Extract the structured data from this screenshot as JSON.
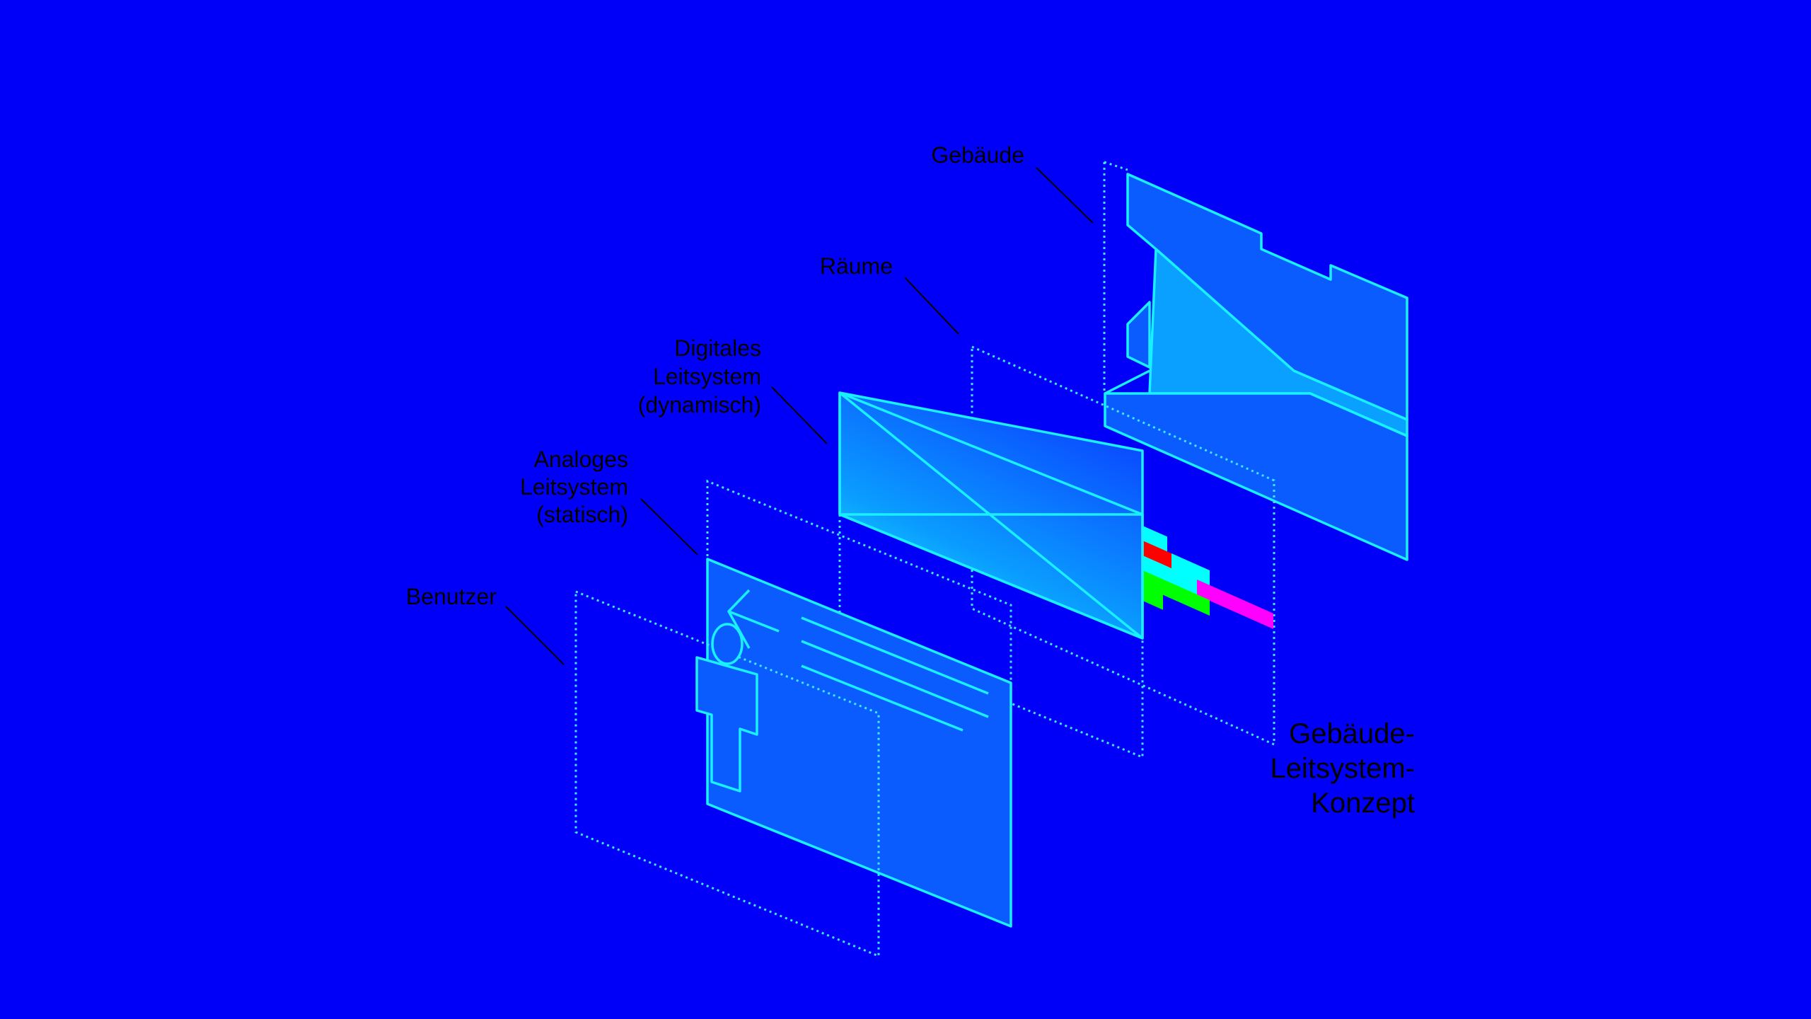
{
  "labels": {
    "building": "Gebäude",
    "rooms": "Räume",
    "digital": [
      "Digitales",
      "Leitsystem",
      "(dynamisch)"
    ],
    "analog": [
      "Analoges",
      "Leitsystem",
      "(statisch)"
    ],
    "user": "Benutzer"
  },
  "title": [
    "Gebäude-",
    "Leitsystem-",
    "Konzept"
  ],
  "colors": {
    "background": "#0000f8",
    "outline": "#19f0ff",
    "panel": "#0a5cff",
    "G": "#00ff00",
    "R": "#ff0000",
    "C": "#00ffff",
    "M": "#ff00ff"
  },
  "room_tiles": [
    [
      "G"
    ],
    [
      "R",
      "C",
      "C"
    ],
    [
      "C",
      "M",
      "M"
    ],
    [
      "G",
      "R",
      "G",
      "C"
    ],
    [
      "M",
      "G",
      "C",
      "R",
      "C"
    ],
    [
      "C",
      "C",
      "M",
      "C",
      "C",
      "M",
      "M"
    ],
    [
      "G",
      "M",
      "G",
      "G",
      "G"
    ],
    [
      "R",
      "C",
      "R",
      "G"
    ],
    [
      "R",
      "C"
    ]
  ]
}
